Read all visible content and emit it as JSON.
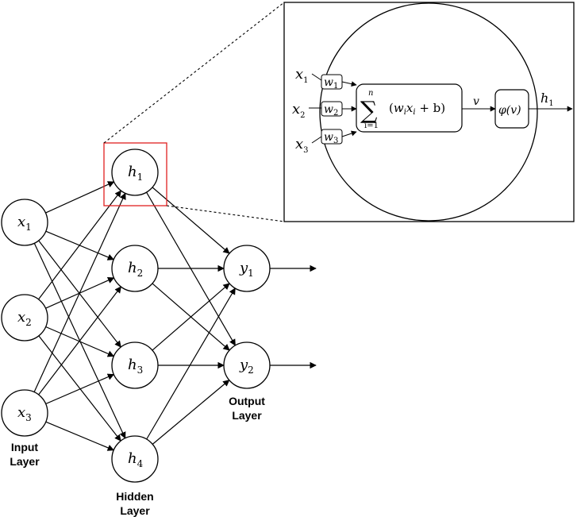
{
  "layers": {
    "input_label_line1": "Input",
    "input_label_line2": "Layer",
    "hidden_label_line1": "Hidden",
    "hidden_label_line2": "Layer",
    "output_label_line1": "Output",
    "output_label_line2": "Layer"
  },
  "nodes": {
    "inputs": [
      {
        "base": "x",
        "sub": "1"
      },
      {
        "base": "x",
        "sub": "2"
      },
      {
        "base": "x",
        "sub": "3"
      }
    ],
    "hidden": [
      {
        "base": "h",
        "sub": "1"
      },
      {
        "base": "h",
        "sub": "2"
      },
      {
        "base": "h",
        "sub": "3"
      },
      {
        "base": "h",
        "sub": "4"
      }
    ],
    "outputs": [
      {
        "base": "y",
        "sub": "1"
      },
      {
        "base": "y",
        "sub": "2"
      }
    ]
  },
  "zoom": {
    "inputs": [
      {
        "base": "x",
        "sub": "1"
      },
      {
        "base": "x",
        "sub": "2"
      },
      {
        "base": "x",
        "sub": "3"
      }
    ],
    "weights": [
      {
        "base": "w",
        "sub": "1"
      },
      {
        "base": "w",
        "sub": "2"
      },
      {
        "base": "w",
        "sub": "3"
      }
    ],
    "sum_upper": "n",
    "sum_symbol": "∑",
    "sum_lower": "i=1",
    "sum_expr_open": "(",
    "sum_expr_w": "w",
    "sum_expr_w_sub": "i",
    "sum_expr_x": "x",
    "sum_expr_x_sub": "i",
    "sum_expr_rest": " + b)",
    "v_label": "v",
    "activation": "φ(v)",
    "output": {
      "base": "h",
      "sub": "1"
    }
  },
  "colors": {
    "highlight": "#e02020",
    "stroke": "#000000"
  }
}
